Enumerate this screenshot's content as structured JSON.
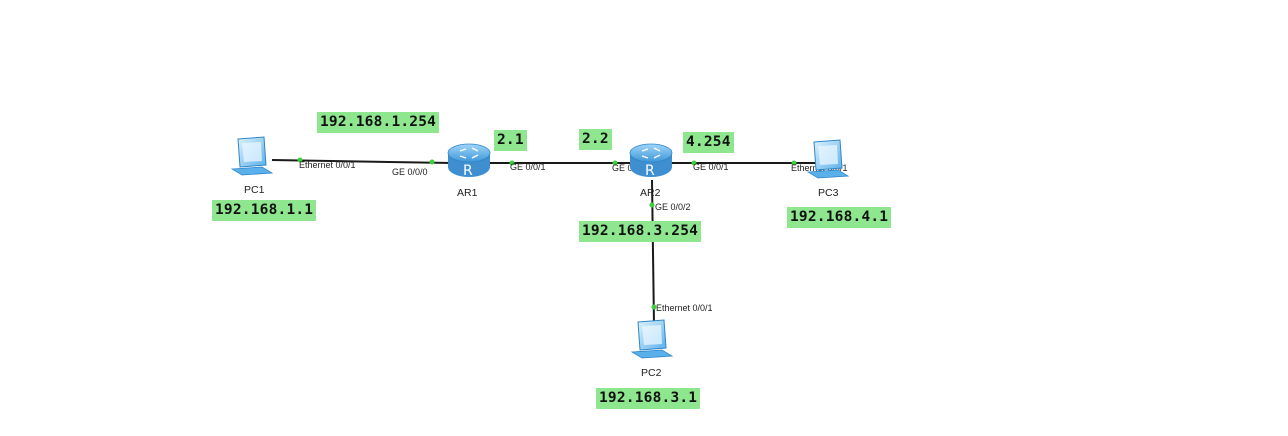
{
  "devices": {
    "pc1": {
      "name": "PC1"
    },
    "pc2": {
      "name": "PC2"
    },
    "pc3": {
      "name": "PC3"
    },
    "ar1": {
      "name": "AR1"
    },
    "ar2": {
      "name": "AR2"
    }
  },
  "ports": {
    "pc1_eth": "Ethernet 0/0/1",
    "ar1_ge000": "GE 0/0/0",
    "ar1_ge001": "GE 0/0/1",
    "ar2_ge000": "GE 0/0/0",
    "ar2_ge001": "GE 0/0/1",
    "ar2_ge002": "GE 0/0/2",
    "pc3_eth": "Ethernet 0/0/1",
    "pc2_eth": "Ethernet 0/0/1"
  },
  "addresses": {
    "ar1_ge000": "192.168.1.254",
    "ar1_ge001": "2.1",
    "ar2_ge000": "2.2",
    "ar2_ge001": "4.254",
    "ar2_ge002": "192.168.3.254",
    "pc1": "192.168.1.1",
    "pc3": "192.168.4.1",
    "pc2": "192.168.3.1"
  },
  "colors": {
    "label_bg": "#8ee68e",
    "router_body": "#5aaee8",
    "pc_body": "#5ab0ea",
    "link": "#1a1a1a",
    "port_dot": "#3ccf3c"
  }
}
